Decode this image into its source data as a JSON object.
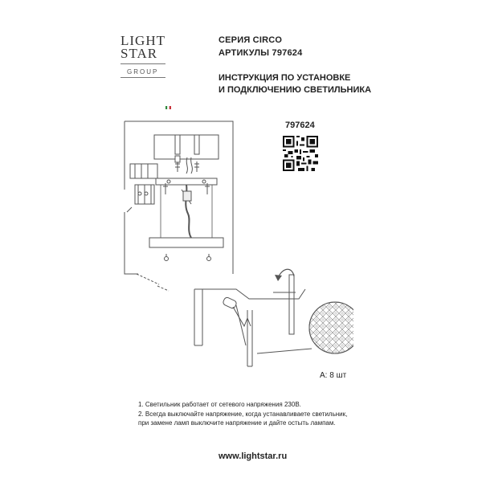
{
  "logo": {
    "line1": "LIGHT",
    "line2": "STAR",
    "line3": "GROUP"
  },
  "header": {
    "series": "СЕРИЯ CIRCO",
    "articles": "АРТИКУЛЫ 797624",
    "title_line1": "ИНСТРУКЦИЯ ПО УСТАНОВКЕ",
    "title_line2": "И ПОДКЛЮЧЕНИЮ СВЕТИЛЬНИКА"
  },
  "article_number": "797624",
  "qr_icon": "qr-code-icon",
  "quantity_label": "A: 8 шт",
  "notes": [
    "1. Светильник работает от сетевого напряжения 230В.",
    "2. Всегда выключайте напряжение, когда устанавливаете светильник,",
    "при замене ламп выключите напряжение и дайте остыть лампам."
  ],
  "website": "www.lightstar.ru",
  "colors": {
    "line": "#555555",
    "pattern": "#888888",
    "text": "#222222"
  }
}
